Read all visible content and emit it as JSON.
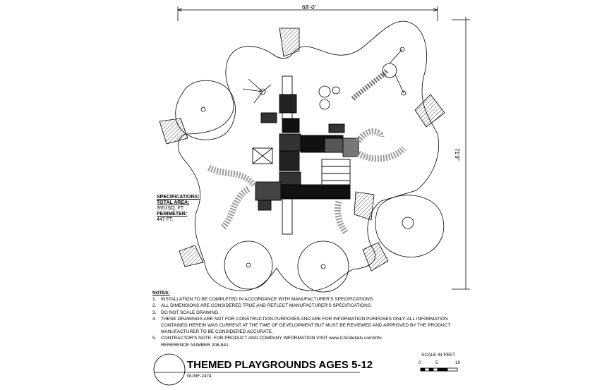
{
  "drawing": {
    "dimension_width": "68'-0\"",
    "dimension_height": "71'9\""
  },
  "specifications": {
    "heading": "SPECIFICATIONS:",
    "area_label": "TOTAL AREA:",
    "area_value": "3551SQ. FT.",
    "perimeter_label": "PERIMETER:",
    "perimeter_value": "447 FT."
  },
  "notes": {
    "heading": "NOTES:",
    "items": [
      {
        "num": "1.",
        "text": "INSTALLATION TO BE COMPLETED IN ACCORDANCE WITH MANUFACTURER'S SPECIFICATIONS."
      },
      {
        "num": "2.",
        "text": "ALL DIMENSIONS ARE CONSIDERED TRUE AND REFLECT MANUFACTURER'S SPECIFICATIONS."
      },
      {
        "num": "3.",
        "text": "DO NOT SCALE DRAWING."
      },
      {
        "num": "4.",
        "text": "THESE DRAWINGS ARE NOT FOR CONSTRUCTION PURPOSES AND ARE FOR INFORMATION PURPOSES ONLY. ALL INFORMATION"
      },
      {
        "num": "",
        "text": "CONTAINED HEREIN WAS CURRENT AT THE TIME OF DEVELOPMENT BUT MUST BE REVIEWED AND APPROVED BY THE PRODUCT"
      },
      {
        "num": "",
        "text": "MANUFACTURER TO BE CONSIDERED ACCURATE."
      },
      {
        "num": "5.",
        "text": "CONTRACTOR'S NOTE: FOR PRODUCT AND COMPANY INFORMATION VISIT www.CADdetails.com/info"
      },
      {
        "num": "",
        "text": "REFERENCE NUMBER 208-841."
      }
    ]
  },
  "title_block": {
    "title": "THEMED PLAYGROUNDS AGES 5-12",
    "code": "NUNF-2474"
  },
  "scale": {
    "label": "SCALE IN FEET",
    "ticks": [
      "0",
      "5",
      "10"
    ]
  }
}
